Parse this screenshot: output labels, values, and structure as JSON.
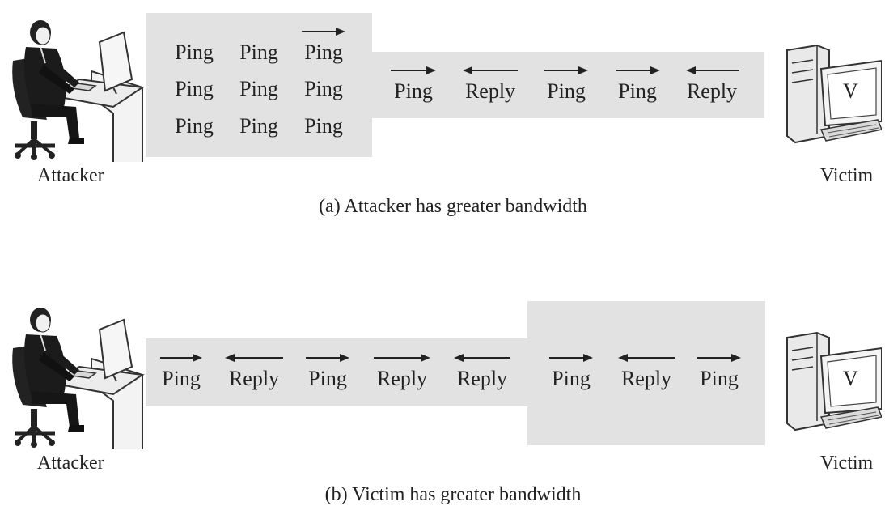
{
  "panel_a": {
    "caption": "(a) Attacker has greater bandwidth",
    "attacker_label": "Attacker",
    "victim_label": "Victim",
    "monitor_letter": "V",
    "grid": [
      [
        "Ping",
        "Ping",
        "Ping"
      ],
      [
        "Ping",
        "Ping",
        "Ping"
      ],
      [
        "Ping",
        "Ping",
        "Ping"
      ]
    ],
    "stream": [
      {
        "label": "Ping",
        "direction": "right"
      },
      {
        "label": "Reply",
        "direction": "left"
      },
      {
        "label": "Ping",
        "direction": "right"
      },
      {
        "label": "Ping",
        "direction": "right"
      },
      {
        "label": "Reply",
        "direction": "left"
      }
    ]
  },
  "panel_b": {
    "caption": "(b) Victim has greater bandwidth",
    "attacker_label": "Attacker",
    "victim_label": "Victim",
    "monitor_letter": "V",
    "stream": [
      {
        "label": "Ping",
        "direction": "right"
      },
      {
        "label": "Reply",
        "direction": "left"
      },
      {
        "label": "Ping",
        "direction": "right"
      },
      {
        "label": "Reply",
        "direction": "right"
      },
      {
        "label": "Reply",
        "direction": "left"
      },
      {
        "label": "Ping",
        "direction": "right"
      },
      {
        "label": "Reply",
        "direction": "left"
      },
      {
        "label": "Ping",
        "direction": "right"
      }
    ]
  },
  "colors": {
    "band": "#e2e2e2",
    "ink": "#222222"
  }
}
